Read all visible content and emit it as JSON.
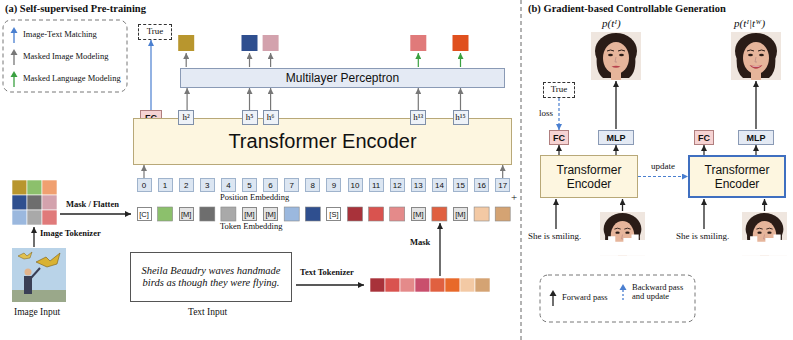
{
  "diagram": {
    "nodes": [
      {
        "text": [
          "True"
        ]
      },
      {
        "text": [
          "FC"
        ]
      },
      {
        "text": [
          "Multilayer Perceptron"
        ]
      },
      {
        "text": [
          "Transformer Encoder"
        ]
      },
      {
        "text": [
          "h²"
        ]
      },
      {
        "text": [
          "h⁵"
        ]
      },
      {
        "text": [
          "h⁶"
        ]
      },
      {
        "text": [
          "h¹³"
        ]
      },
      {
        "text": [
          "h¹⁵"
        ]
      },
      {
        "text": [
          "0"
        ]
      },
      {
        "text": [
          "1"
        ]
      },
      {
        "text": [
          "2"
        ]
      },
      {
        "text": [
          "3"
        ]
      },
      {
        "text": [
          "4"
        ]
      },
      {
        "text": [
          "5"
        ]
      },
      {
        "text": [
          "6"
        ]
      },
      {
        "text": [
          "7"
        ]
      },
      {
        "text": [
          "8"
        ]
      },
      {
        "text": [
          "9"
        ]
      },
      {
        "text": [
          "10"
        ]
      },
      {
        "text": [
          "11"
        ]
      },
      {
        "text": [
          "12"
        ]
      },
      {
        "text": [
          "13"
        ]
      },
      {
        "text": [
          "14"
        ]
      },
      {
        "text": [
          "15"
        ]
      },
      {
        "text": [
          "16"
        ]
      },
      {
        "text": [
          "17"
        ]
      },
      {
        "text": [
          "[C]"
        ]
      },
      {
        "text": [
          "[M]"
        ]
      },
      {
        "text": [
          "[M]"
        ]
      },
      {
        "text": [
          "[M]"
        ]
      },
      {
        "text": [
          "[S]"
        ]
      },
      {
        "text": [
          "[M]"
        ]
      },
      {
        "text": [
          "[M]"
        ]
      },
      {
        "text": [
          "Sheila Beaudry waves handmade birds as though they were flying."
        ]
      },
      {
        "text": [
          "True"
        ]
      },
      {
        "text": [
          "FC"
        ]
      },
      {
        "text": [
          "MLP"
        ]
      },
      {
        "text": [
          "Transformer Encoder"
        ]
      },
      {
        "text": [
          "FC"
        ]
      },
      {
        "text": [
          "MLP"
        ]
      },
      {
        "text": [
          "Transformer Encoder"
        ]
      }
    ],
    "edges": [
      {
        "from": 1,
        "to": 0,
        "arrow": "to"
      },
      {
        "from": 4,
        "to": 2,
        "arrow": "to"
      },
      {
        "from": 5,
        "to": 2,
        "arrow": "to"
      },
      {
        "from": 6,
        "to": 2,
        "arrow": "to"
      },
      {
        "from": 7,
        "to": 2,
        "arrow": "to"
      },
      {
        "from": 8,
        "to": 2,
        "arrow": "to"
      },
      {
        "from": 9,
        "to": 3,
        "arrow": "to"
      },
      {
        "from": 26,
        "to": 3,
        "arrow": "to"
      },
      {
        "from": 35,
        "to": 36,
        "label": "loss",
        "arrow": "to"
      },
      {
        "from": 38,
        "to": 36,
        "arrow": "to"
      },
      {
        "from": 38,
        "to": 37,
        "arrow": "to"
      },
      {
        "from": 38,
        "to": 41,
        "label": "update",
        "arrow": "to"
      },
      {
        "from": 41,
        "to": 39,
        "arrow": "to"
      },
      {
        "from": 41,
        "to": 40,
        "arrow": "to"
      }
    ],
    "labels": [
      "(a) Self-supervised Pre-training",
      "Position Embedding",
      "+",
      "Token Embedding",
      "Mask / Flatten",
      "Image Tokenizer",
      "Image Input",
      "Text Input",
      "Text Tokenizer",
      "Mask",
      "(b) Gradient-based Controllable Generation",
      "p(tᴵ)",
      "p(tᴵ|tᵂ)",
      "She is smiling.",
      "She is smiling."
    ],
    "legend": [
      {
        "text": "Image-Text Matching"
      },
      {
        "text": "Masked Image Modeling"
      },
      {
        "text": "Masked Language Modeling"
      },
      {
        "text": "Forward pass"
      },
      {
        "text": "Backward pass and update"
      }
    ]
  }
}
